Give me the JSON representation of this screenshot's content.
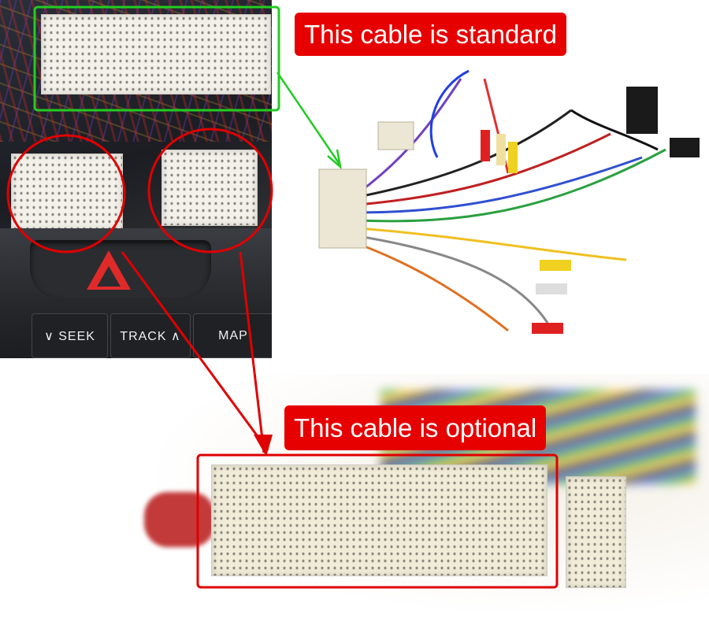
{
  "labels": {
    "standard": "This cable is standard",
    "optional": "This cable is optional"
  },
  "dashboard_buttons": {
    "seek": "∨ SEEK",
    "track": "TRACK ∧",
    "map": "MAP"
  },
  "colors": {
    "label_bg": "#e60000",
    "label_text": "#ffffff",
    "highlight_green": "#22cc22",
    "highlight_red": "#e00000",
    "connector_ivory": "#f3f1ea"
  }
}
